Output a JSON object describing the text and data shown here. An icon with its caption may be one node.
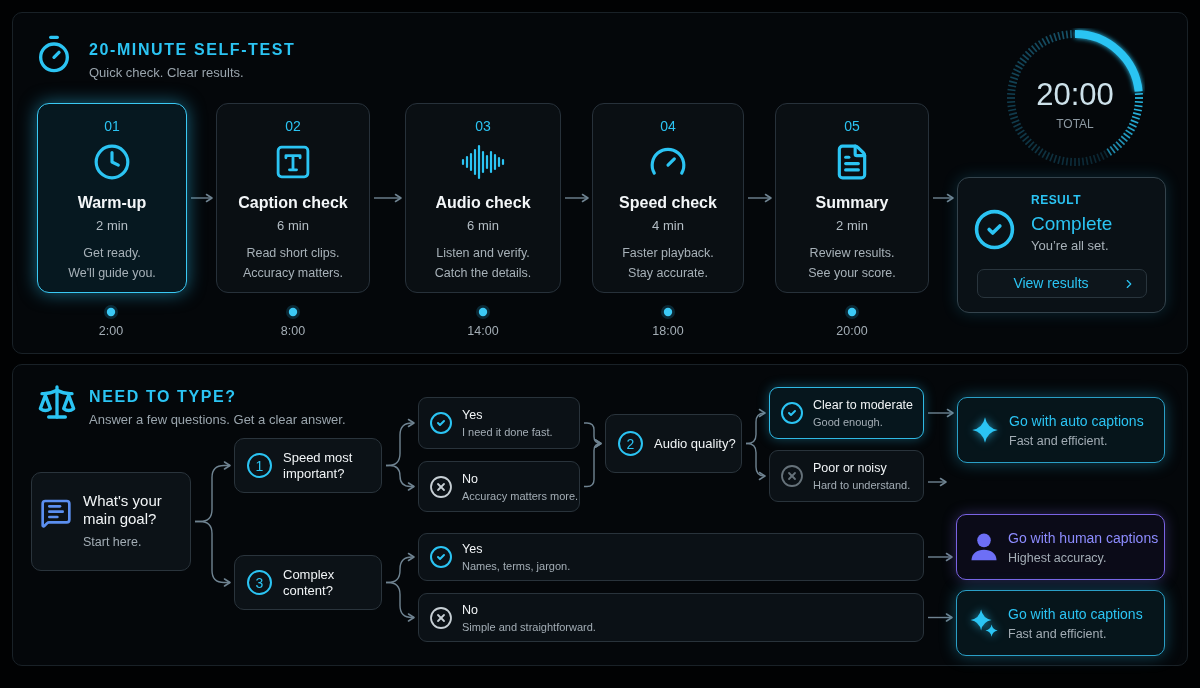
{
  "diagram": {
    "nodes": [
      {
        "text": [
          "20-MINUTE SELF-TEST",
          "Quick check. Clear results."
        ]
      },
      {
        "text": [
          "01",
          "Warm-up",
          "2 min",
          "Get ready. We'll guide you."
        ],
        "in": 0
      },
      {
        "text": [
          "02",
          "Caption check",
          "6 min",
          "Read short clips. Accuracy matters."
        ],
        "in": 0
      },
      {
        "text": [
          "03",
          "Audio check",
          "6 min",
          "Listen and verify. Catch the details."
        ],
        "in": 0
      },
      {
        "text": [
          "04",
          "Speed check",
          "4 min",
          "Faster playback. Stay accurate."
        ],
        "in": 0
      },
      {
        "text": [
          "05",
          "Summary",
          "2 min",
          "Review results. See your score."
        ],
        "in": 0
      },
      {
        "text": [
          "20:00",
          "TOTAL"
        ],
        "in": 0
      },
      {
        "text": [
          "RESULT",
          "Complete",
          "You’re all set.",
          "View results"
        ],
        "in": 0
      },
      {
        "text": [
          "NEED TO TYPE?",
          "Answer a few questions. Get a clear answer."
        ]
      },
      {
        "text": [
          "What's your main goal?",
          "Start here."
        ],
        "in": 8
      },
      {
        "text": [
          "1",
          "Speed most important?"
        ],
        "in": 8
      },
      {
        "text": [
          "Yes",
          "I need it done fast."
        ],
        "in": 8
      },
      {
        "text": [
          "No",
          "Accuracy matters more."
        ],
        "in": 8
      },
      {
        "text": [
          "2",
          "Audio quality?"
        ],
        "in": 8
      },
      {
        "text": [
          "Clear to moderate",
          "Good enough."
        ],
        "in": 8
      },
      {
        "text": [
          "Poor or noisy",
          "Hard to understand."
        ],
        "in": 8
      },
      {
        "text": [
          "Go with auto captions",
          "Fast and efficient."
        ],
        "in": 8
      },
      {
        "text": [
          "3",
          "Complex content?"
        ],
        "in": 8
      },
      {
        "text": [
          "Yes",
          "Names, terms, jargon."
        ],
        "in": 8
      },
      {
        "text": [
          "No",
          "Simple and straightforward."
        ],
        "in": 8
      },
      {
        "text": [
          "Go with human captions",
          "Highest accuracy."
        ],
        "in": 8
      },
      {
        "text": [
          "Go with auto captions",
          "Fast and efficient."
        ],
        "in": 8
      }
    ],
    "edges": [
      {
        "from": 1,
        "to": 2,
        "arrow": "to"
      },
      {
        "from": 2,
        "to": 3,
        "arrow": "to"
      },
      {
        "from": 3,
        "to": 4,
        "arrow": "to"
      },
      {
        "from": 4,
        "to": 5,
        "arrow": "to"
      },
      {
        "from": 5,
        "to": 7,
        "arrow": "to"
      },
      {
        "from": 9,
        "to": 10,
        "arrow": "to"
      },
      {
        "from": 9,
        "to": 17,
        "arrow": "to"
      },
      {
        "from": 10,
        "to": 11,
        "arrow": "to"
      },
      {
        "from": 10,
        "to": 12,
        "arrow": "to"
      },
      {
        "from": 11,
        "to": 13,
        "arrow": "to"
      },
      {
        "from": 12,
        "to": 13,
        "arrow": "to"
      },
      {
        "from": 13,
        "to": 14,
        "arrow": "to"
      },
      {
        "from": 13,
        "to": 15,
        "arrow": "to"
      },
      {
        "from": 14,
        "to": 16,
        "arrow": "to"
      },
      {
        "from": 15,
        "to": null,
        "arrow": "to"
      },
      {
        "from": 17,
        "to": 18,
        "arrow": "to"
      },
      {
        "from": 17,
        "to": 19,
        "arrow": "to"
      },
      {
        "from": 18,
        "to": 20,
        "arrow": "to"
      },
      {
        "from": 19,
        "to": 21,
        "arrow": "to"
      }
    ],
    "labels": [
      "2:00",
      "8:00",
      "14:00",
      "18:00",
      "20:00"
    ]
  }
}
